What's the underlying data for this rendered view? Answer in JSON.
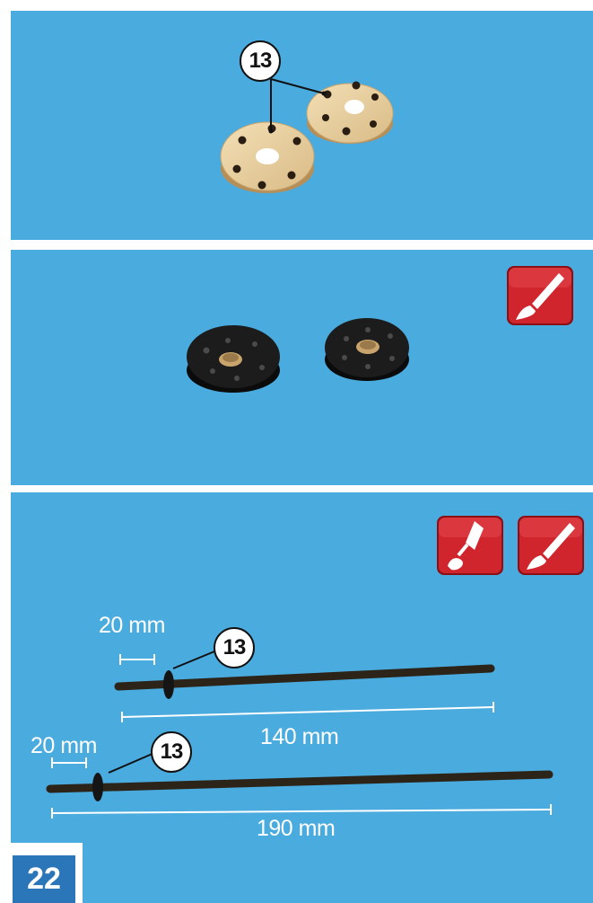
{
  "panels": [
    {
      "name": "step-wooden-discs",
      "callout": "13"
    },
    {
      "name": "step-painted-discs"
    },
    {
      "name": "step-axles",
      "callouts": [
        "13",
        "13"
      ]
    }
  ],
  "dimensions": {
    "rod1_offset": "20 mm",
    "rod1_length": "140 mm",
    "rod2_offset": "20 mm",
    "rod2_length": "190 mm"
  },
  "icons": [
    "paintbrush-icon",
    "glue-icon",
    "paintbrush-icon",
    "paintbrush-icon"
  ],
  "colors": {
    "panel_bg": "#4aabdf",
    "icon_red": "#c8202a",
    "page_badge": "#2a76b8"
  },
  "page": {
    "number": "22"
  }
}
